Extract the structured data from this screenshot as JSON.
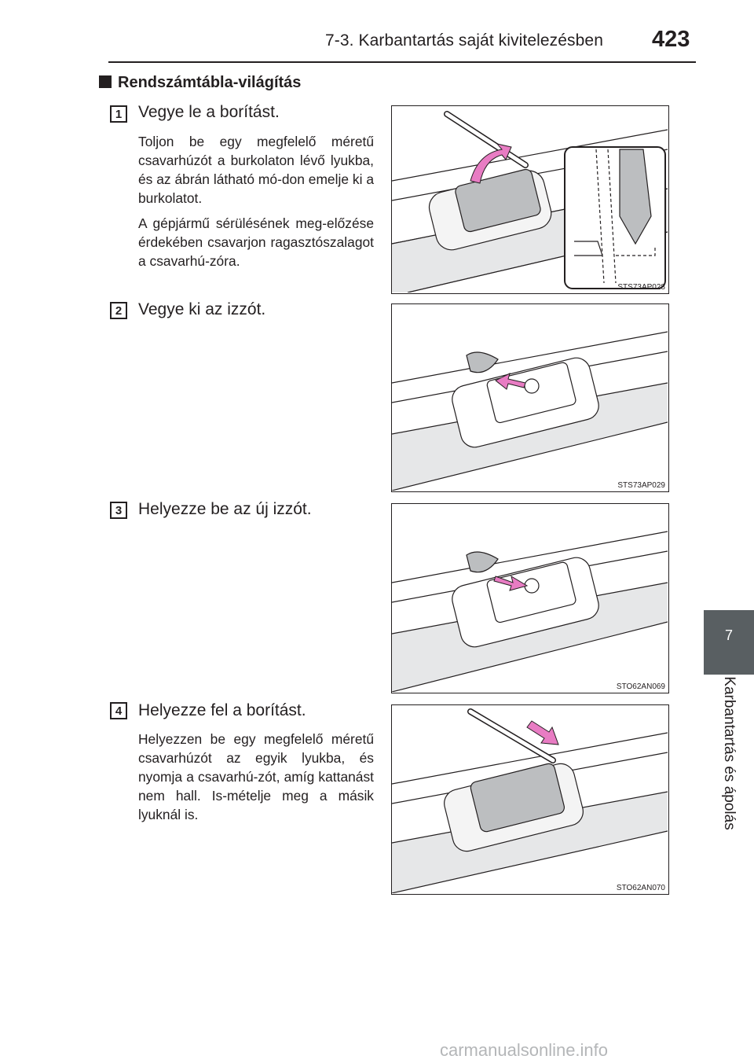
{
  "header": {
    "title": "7-3. Karbantartás saját kivitelezésben",
    "page_number": "423"
  },
  "section": {
    "title": "Rendszámtábla-világítás"
  },
  "steps": [
    {
      "number": "1",
      "title": "Vegye le a borítást.",
      "paragraphs": [
        "Toljon be egy megfelelő méretű csavarhúzót a burkolaton lévő lyukba, és az ábrán látható mó-don emelje ki a burkolatot.",
        "A gépjármű sérülésének meg-előzése érdekében csavarjon ragasztószalagot a csavarhú-zóra."
      ],
      "figure_code": "STS73AP028"
    },
    {
      "number": "2",
      "title": "Vegye ki az izzót.",
      "paragraphs": [],
      "figure_code": "STS73AP029"
    },
    {
      "number": "3",
      "title": "Helyezze be az új izzót.",
      "paragraphs": [],
      "figure_code": "STO62AN069"
    },
    {
      "number": "4",
      "title": "Helyezze fel a borítást.",
      "paragraphs": [
        "Helyezzen be egy megfelelő méretű csavarhúzót az egyik lyukba, és nyomja a csavarhú-zót, amíg kattanást nem hall. Is-mételje meg a másik lyuknál is."
      ],
      "figure_code": "STO62AN070"
    }
  ],
  "side_tab": {
    "chapter_number": "7",
    "chapter_title": "Karbantartás és ápolás"
  },
  "watermark": "carmanualsonline.info",
  "colors": {
    "text": "#231f20",
    "tab": "#595f62",
    "figure_fill": "#e6e7e8",
    "arrow": "#e87cc3",
    "watermark": "#b4b6b8"
  }
}
